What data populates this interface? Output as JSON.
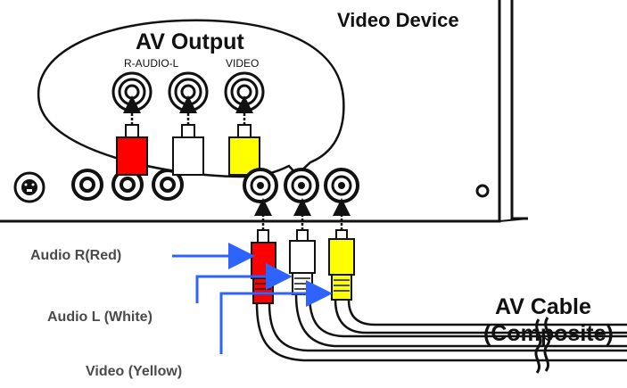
{
  "device": {
    "title": "Video Device"
  },
  "av_output": {
    "title": "AV Output",
    "audio_label": "R-AUDIO-L",
    "video_label": "VIDEO"
  },
  "cable": {
    "line1": "AV Cable",
    "line2": "(Composite)"
  },
  "callouts": {
    "audio_r": "Audio R(Red)",
    "audio_l": "Audio L (White)",
    "video": "Video (Yellow)"
  },
  "colors": {
    "red": "#ff0000",
    "white": "#ffffff",
    "yellow": "#ffff00",
    "arrow_blue": "#2f63ff",
    "outline": "#111111",
    "label_gray": "#4a4a4a"
  }
}
